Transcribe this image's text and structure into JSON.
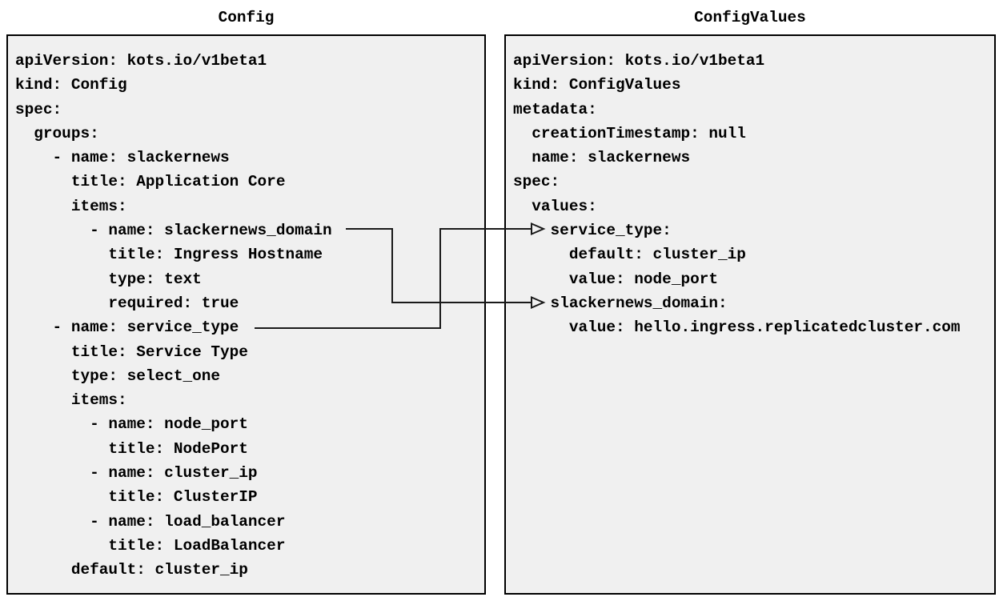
{
  "left_panel": {
    "title": "Config",
    "yaml_lines": [
      "apiVersion: kots.io/v1beta1",
      "kind: Config",
      "spec:",
      "  groups:",
      "    - name: slackernews",
      "      title: Application Core",
      "      items:",
      "        - name: slackernews_domain",
      "          title: Ingress Hostname",
      "          type: text",
      "          required: true",
      "    - name: service_type",
      "      title: Service Type",
      "      type: select_one",
      "      items:",
      "        - name: node_port",
      "          title: NodePort",
      "        - name: cluster_ip",
      "          title: ClusterIP",
      "        - name: load_balancer",
      "          title: LoadBalancer",
      "      default: cluster_ip"
    ]
  },
  "right_panel": {
    "title": "ConfigValues",
    "yaml_lines": [
      "apiVersion: kots.io/v1beta1",
      "kind: ConfigValues",
      "metadata:",
      "  creationTimestamp: null",
      "  name: slackernews",
      "spec:",
      "  values:",
      "    service_type:",
      "      default: cluster_ip",
      "      value: node_port",
      "    slackernews_domain:",
      "      value: hello.ingress.replicatedcluster.com"
    ]
  },
  "connections": [
    {
      "from": "Config item name: slackernews_domain",
      "to": "ConfigValues spec.values.slackernews_domain"
    },
    {
      "from": "Config item name: service_type",
      "to": "ConfigValues spec.values.service_type"
    }
  ],
  "colors": {
    "page_bg": "#ffffff",
    "panel_bg": "#f0f0f0",
    "border": "#000000",
    "text": "#000000",
    "connector": "#1a1a1a"
  }
}
